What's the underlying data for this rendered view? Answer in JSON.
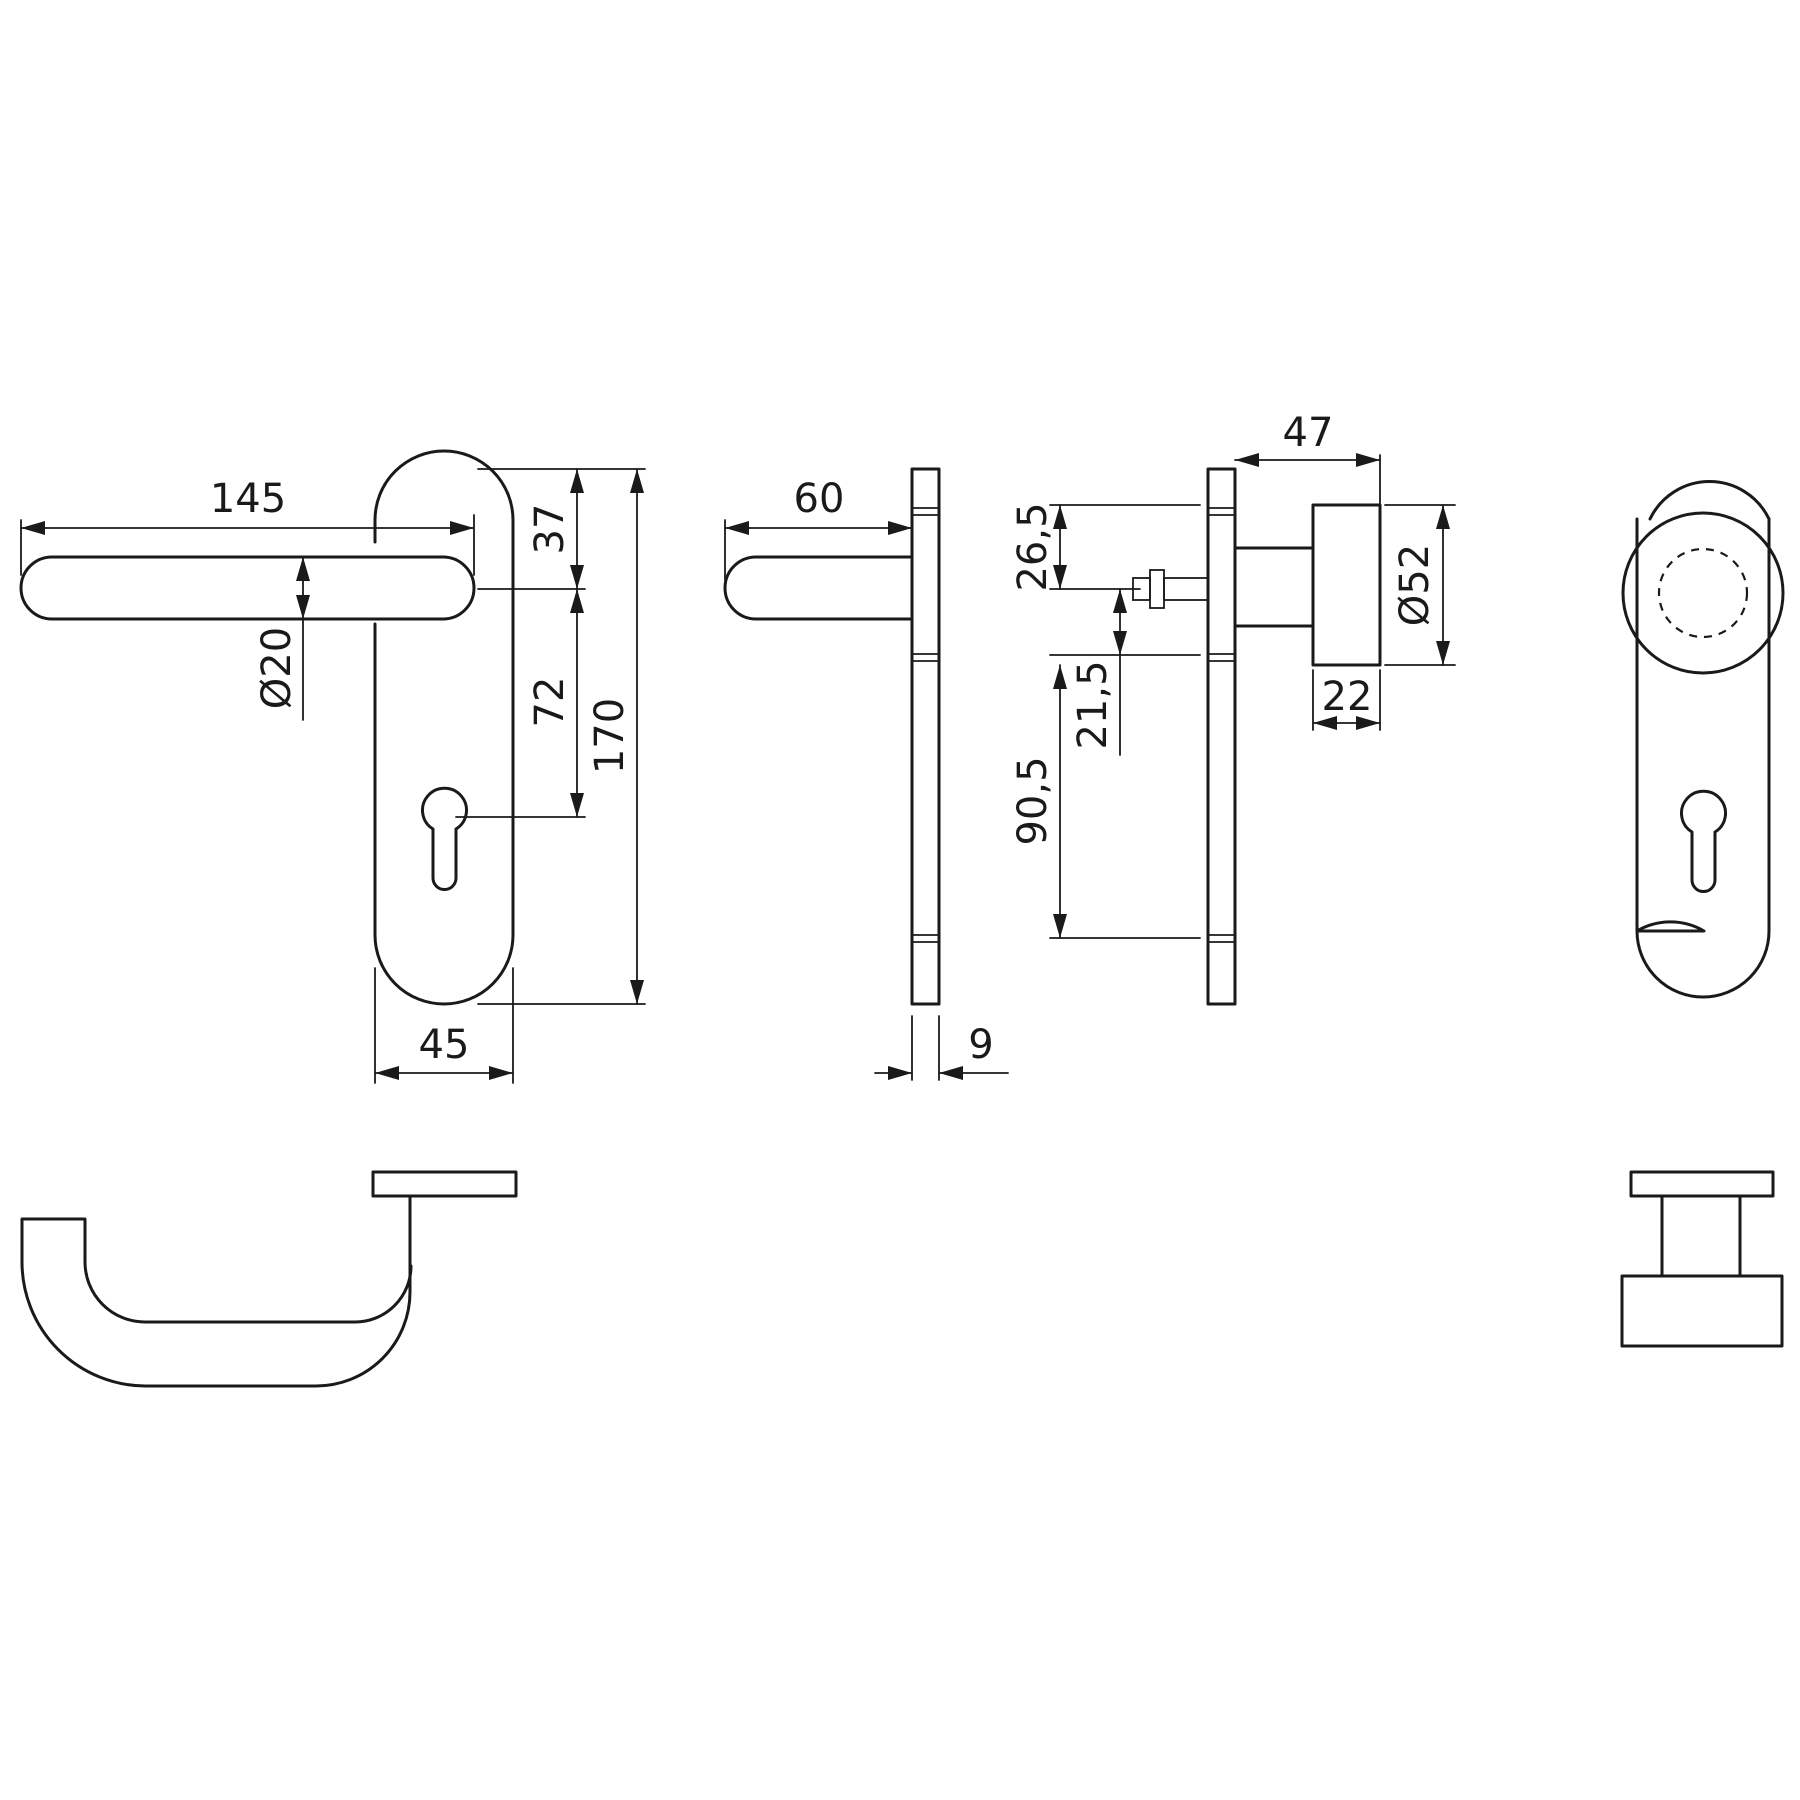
{
  "dimensions": {
    "lever_length": "145",
    "lever_diameter": "Ø20",
    "rose_top": "37",
    "handle_to_keyhole": "72",
    "plate_height": "170",
    "plate_width": "45",
    "lever_projection": "60",
    "plate_thickness": "9",
    "knob_projection": "47",
    "knob_top_offset": "26,5",
    "spindle_offset": "21,5",
    "keyhole_lower": "90,5",
    "knob_diameter": "Ø52",
    "knob_depth": "22"
  }
}
